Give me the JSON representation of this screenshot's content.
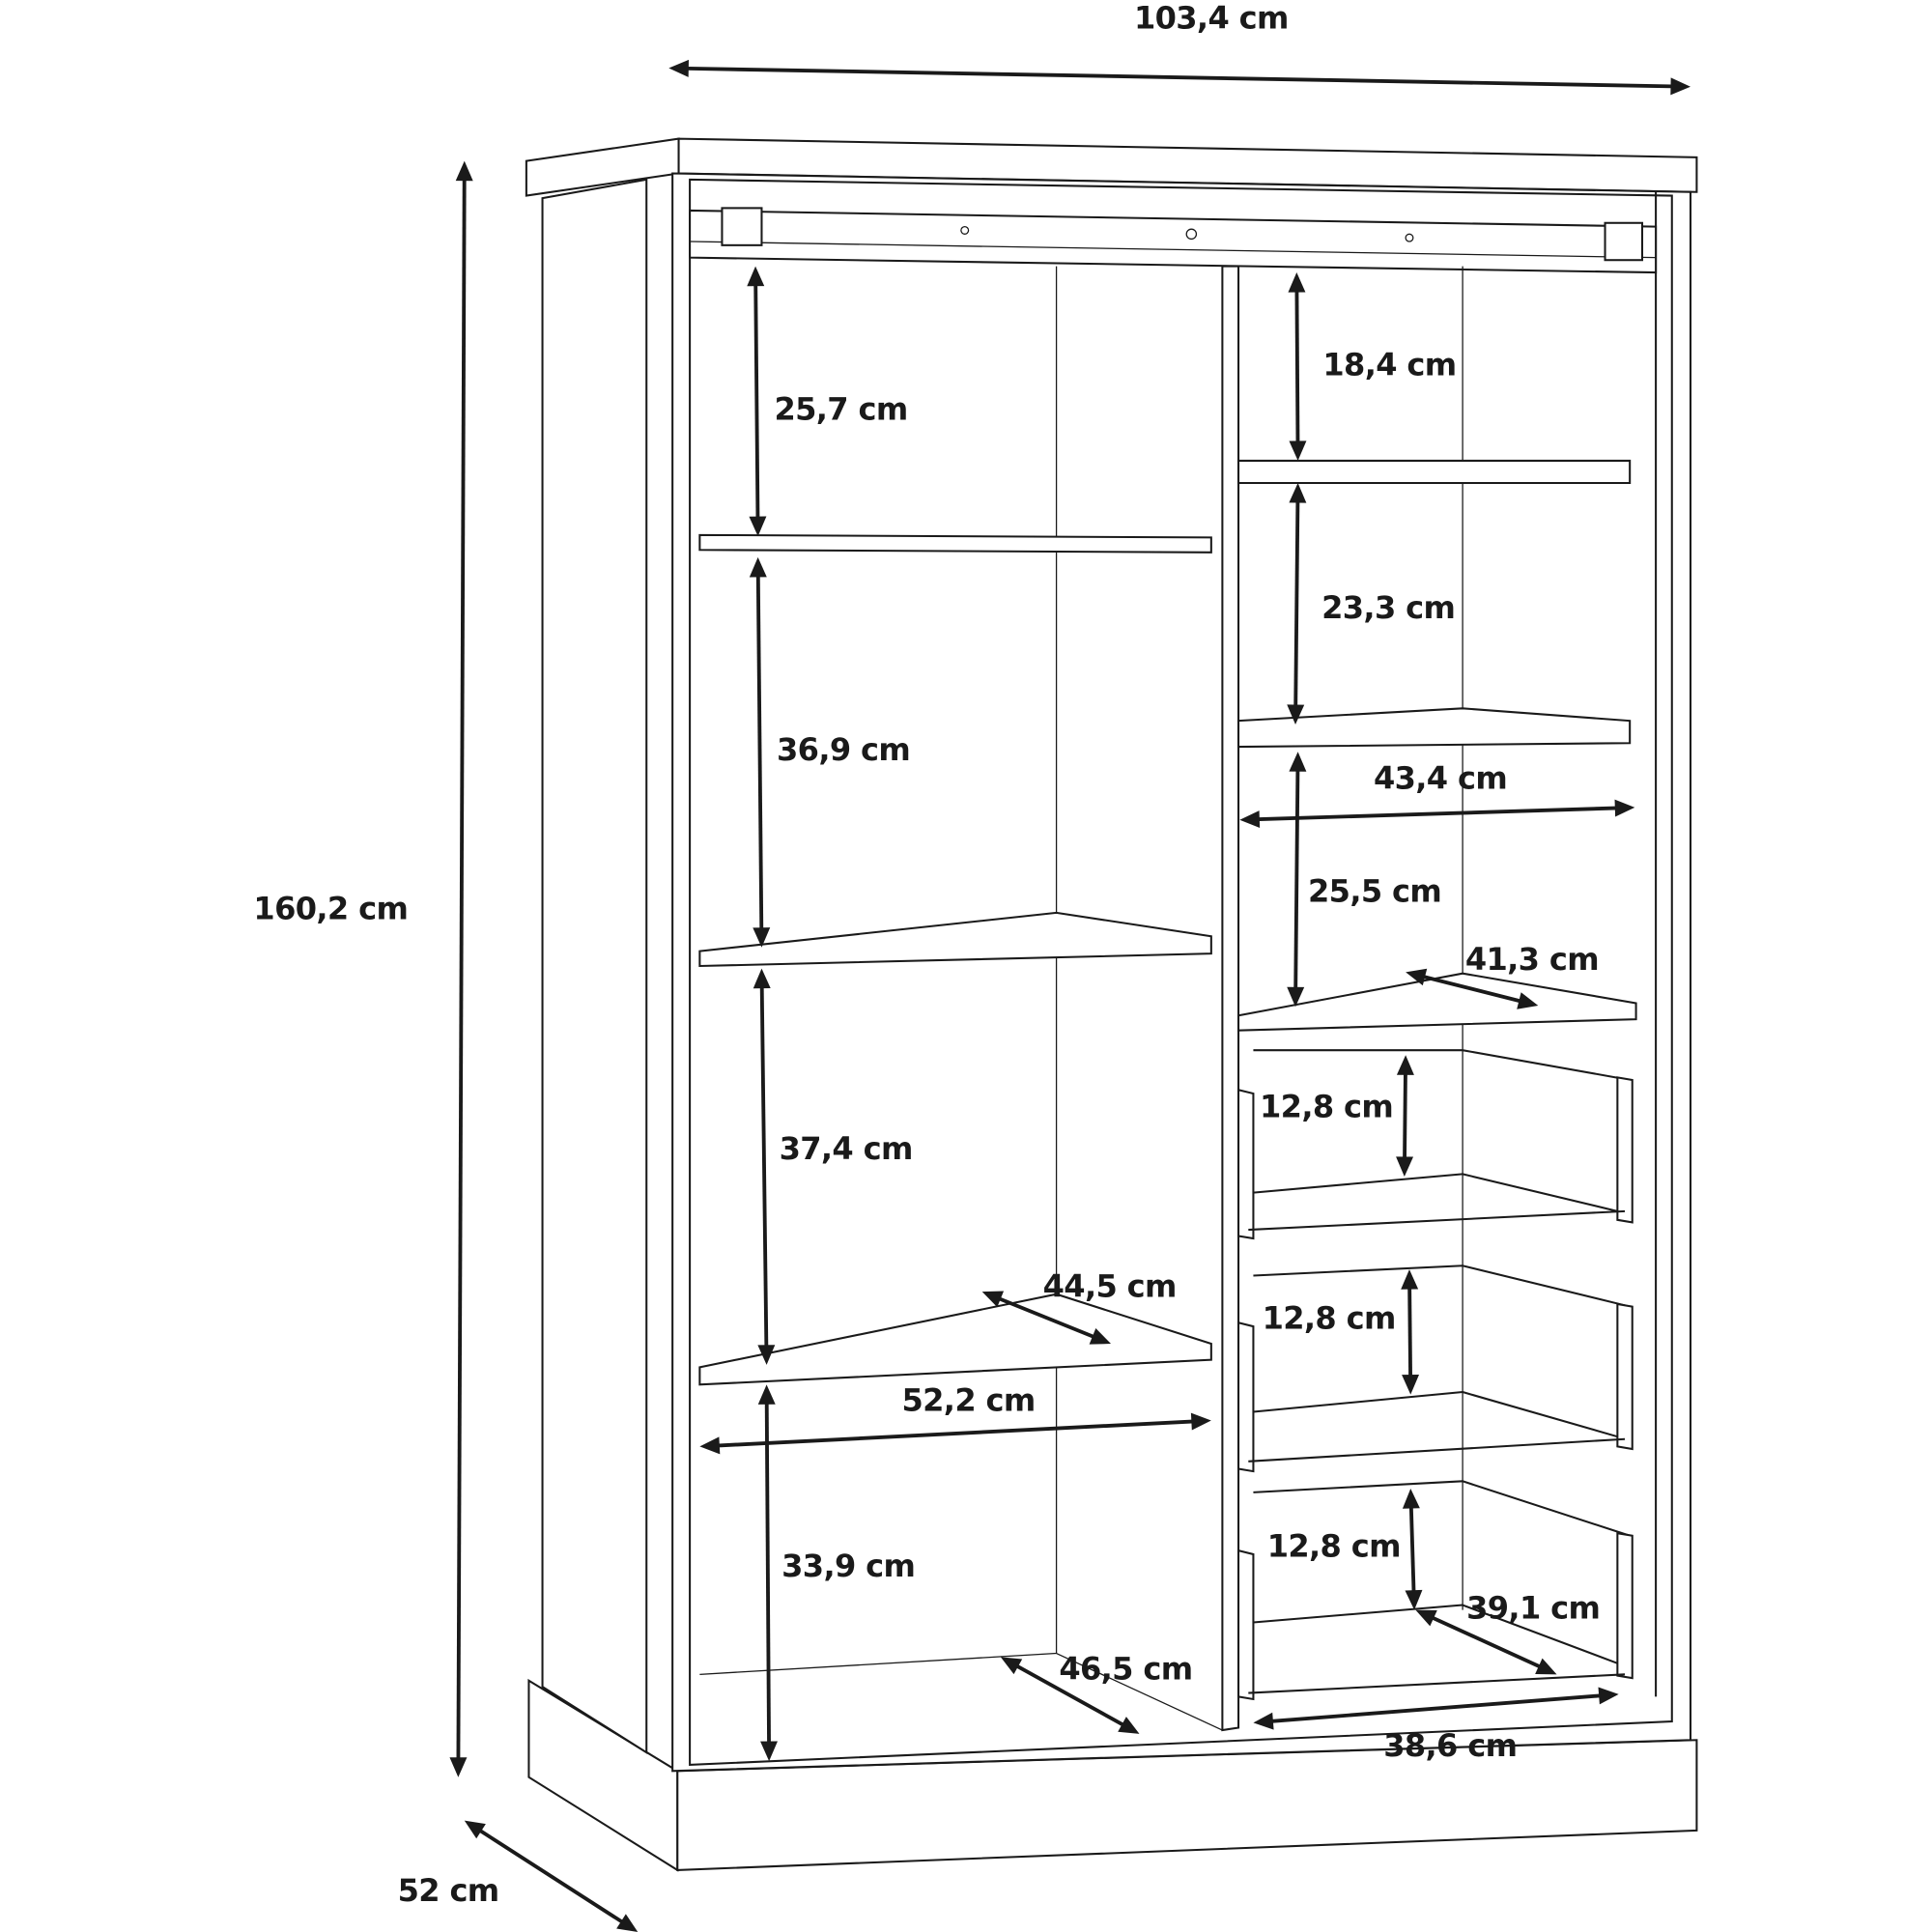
{
  "title": "Cabinet dimensions diagram",
  "overall": {
    "width": "103,4 cm",
    "height": "160,2 cm",
    "depth": "52 cm"
  },
  "left_section": {
    "compartment_heights": [
      "25,7 cm",
      "36,9 cm",
      "37,4 cm",
      "33,9 cm"
    ],
    "inner_width": "52,2 cm",
    "shelf_depth": "44,5 cm",
    "bottom_depth": "46,5 cm"
  },
  "right_section": {
    "compartment_heights": [
      "18,4 cm",
      "23,3 cm",
      "25,5 cm"
    ],
    "inner_width": "43,4 cm",
    "shelf_depth": "41,3 cm",
    "drawer_heights": [
      "12,8 cm",
      "12,8 cm",
      "12,8 cm"
    ],
    "drawer_depth": "39,1 cm",
    "drawer_width": "38,6 cm"
  },
  "colors": {
    "line": "#1a1a1a",
    "background": "#ffffff"
  }
}
